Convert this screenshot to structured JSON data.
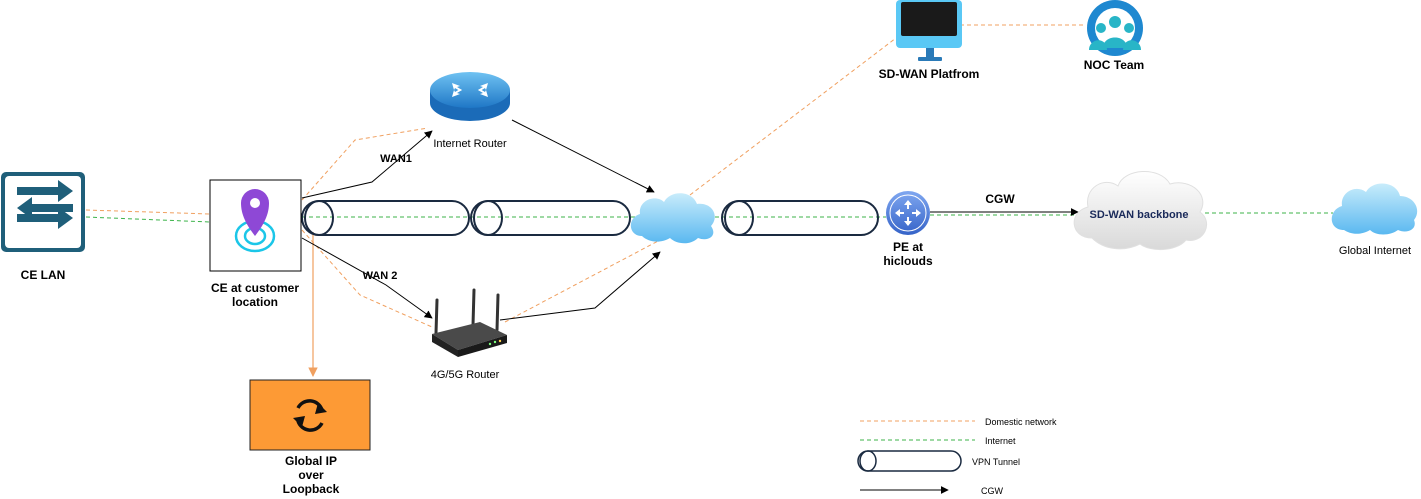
{
  "nodes": {
    "ce_lan": "CE LAN",
    "ce_line1": "CE at customer",
    "ce_line2": "location",
    "internet_router": "Internet Router",
    "router_4g5g": "4G/5G Router",
    "sdwan_platform": "SD-WAN Platfrom",
    "noc_team": "NOC Team",
    "pe_line1": "PE at",
    "pe_line2": "hiclouds",
    "sdwan_backbone": "SD-WAN backbone",
    "global_internet": "Global Internet",
    "loopback_line1": "Global IP",
    "loopback_line2": "over",
    "loopback_line3": "Loopback"
  },
  "links": {
    "wan1": "WAN1",
    "wan2": "WAN 2",
    "cgw": "CGW"
  },
  "legend": {
    "domestic": "Domestic network",
    "internet": "Internet",
    "vpn": "VPN Tunnel",
    "cgw": "CGW"
  },
  "colors": {
    "domestic": "#f0a060",
    "internet": "#3cb34a",
    "tunnel": "#1a2a40",
    "arrow": "#000000",
    "loopback_box": "#fd9a35",
    "switch": "#1f5f7a",
    "pin": "#8e48d6",
    "pe": "#4a7de0"
  }
}
